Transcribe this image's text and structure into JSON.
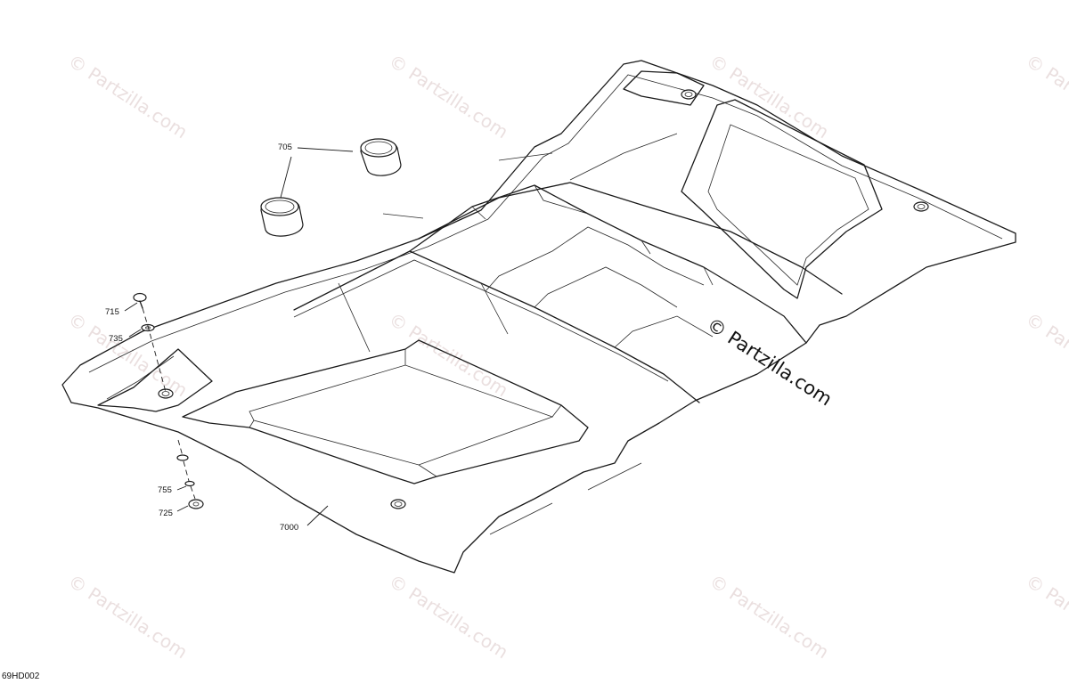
{
  "figure_code": "69HD002",
  "callouts": {
    "c705": "705",
    "c715": "715",
    "c735": "735",
    "c755": "755",
    "c725": "725",
    "c7000": "7000"
  },
  "watermark": {
    "text": "© Partzilla.com",
    "main_text": "© Partzilla.com"
  },
  "colors": {
    "line": "#1a1a1a",
    "watermark": "#d9c4c4"
  }
}
